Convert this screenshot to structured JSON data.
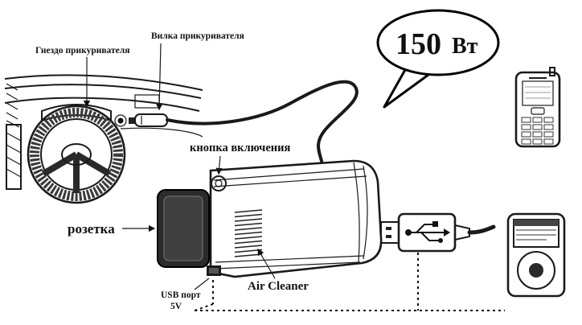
{
  "diagram": {
    "title": "car-power-inverter-usage-diagram",
    "power_bubble": {
      "value": "150",
      "unit": "Вт"
    },
    "labels": {
      "lighter_socket": "Гнездо прикуривателя",
      "lighter_plug": "Вилка прикуривателя",
      "power_button": "кнопка включения",
      "outlet": "розетка",
      "air_cleaner": "Air Cleaner",
      "usb_port": "USB порт",
      "usb_voltage": "5V"
    },
    "colors": {
      "ink": "#1a1a1a",
      "background": "#ffffff",
      "device_face": "#2b2b2b",
      "device_face_inner": "#404040"
    }
  }
}
